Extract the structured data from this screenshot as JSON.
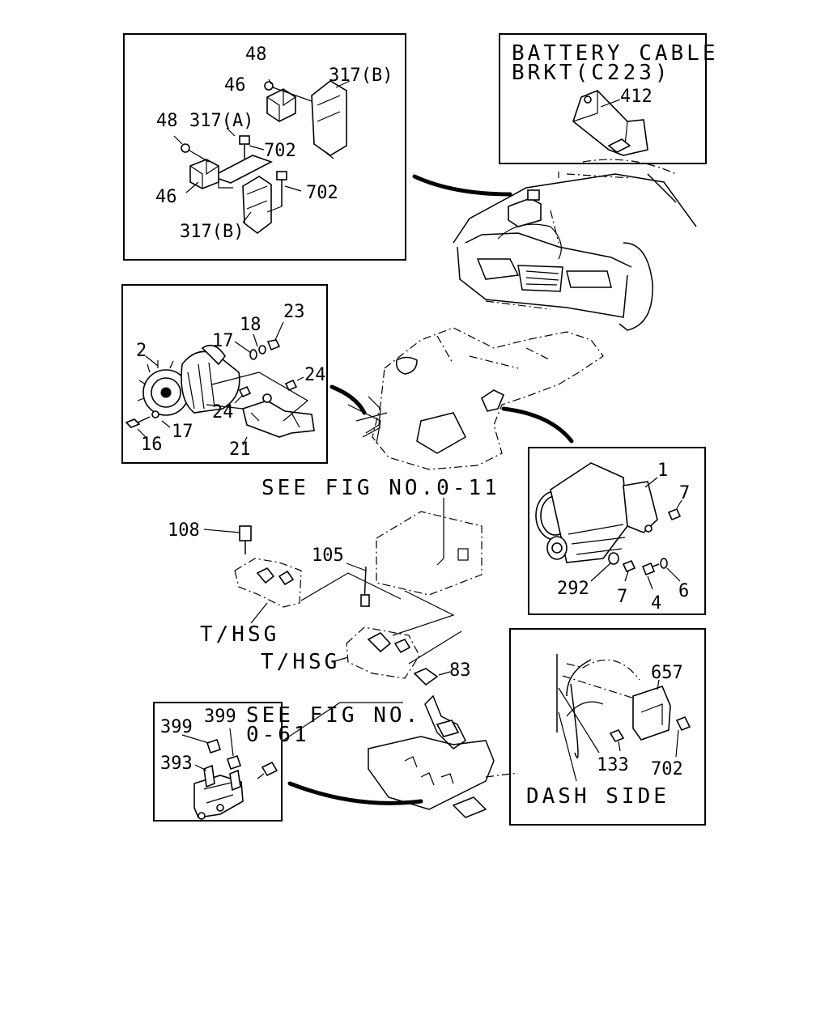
{
  "panels": {
    "relay_brackets": {
      "labels": [
        "48",
        "46",
        "317(B)",
        "48",
        "317(A)",
        "702",
        "46",
        "702",
        "317(B)"
      ]
    },
    "battery_cable": {
      "title_line1": "BATTERY CABLE",
      "title_line2": "BRKT(C223)",
      "part": "412"
    },
    "alternator": {
      "labels": [
        "23",
        "18",
        "17",
        "2",
        "24",
        "24",
        "17",
        "16",
        "21"
      ]
    },
    "starter": {
      "labels": [
        "1",
        "7",
        "292",
        "7",
        "4",
        "6"
      ]
    },
    "dash": {
      "labels": [
        "657",
        "133",
        "702"
      ],
      "caption": "DASH SIDE"
    },
    "mount": {
      "labels": [
        "399",
        "399",
        "393"
      ],
      "see_fig_line1": "SEE FIG NO.",
      "see_fig_line2": "0-61"
    }
  },
  "center": {
    "see_fig": "SEE FIG NO.0-11",
    "labels": [
      "108",
      "105",
      "83"
    ],
    "thsg_upper": "T/HSG",
    "thsg_lower": "T/HSG"
  }
}
